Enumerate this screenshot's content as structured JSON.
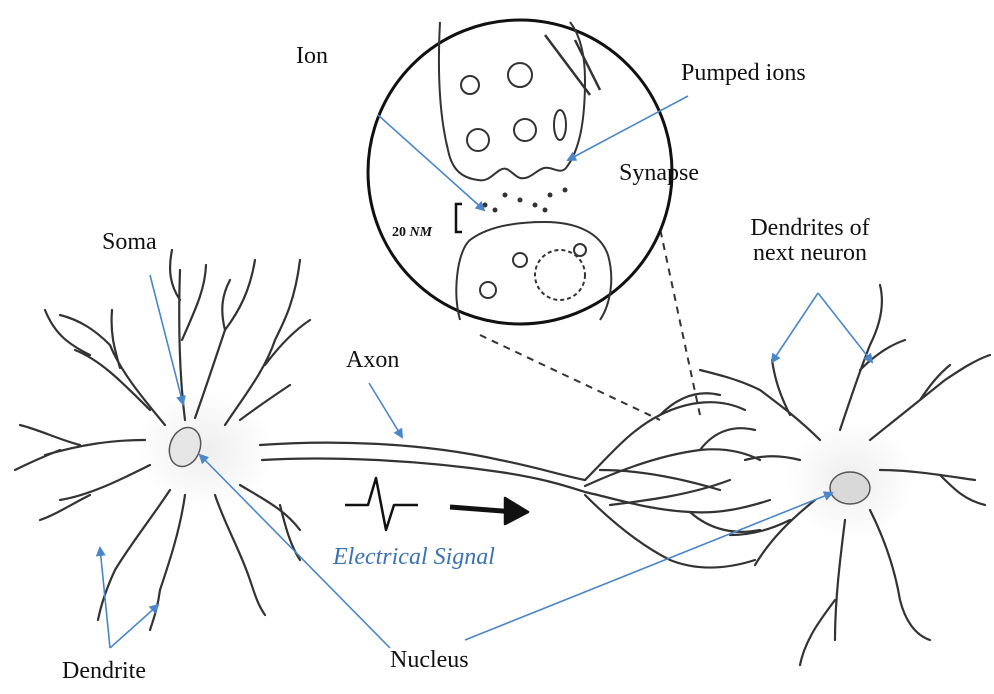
{
  "labels": {
    "ion": "Ion",
    "pumped_ions": "Pumped ions",
    "synapse": "Synapse",
    "gap_size": "20",
    "gap_unit": "NM",
    "soma": "Soma",
    "dendrites_next_line1": "Dendrites of",
    "dendrites_next_line2": "next neuron",
    "axon": "Axon",
    "electrical_signal": "Electrical Signal",
    "nucleus": "Nucleus",
    "dendrite": "Dendrite"
  },
  "colors": {
    "pointer": "#4a86c8",
    "outline": "#222222",
    "signal_text": "#3a72b5",
    "nucleus_fill": "#e6e6e6"
  }
}
